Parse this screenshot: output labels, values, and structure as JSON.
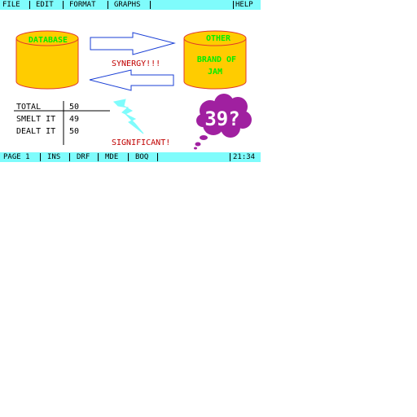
{
  "menu": {
    "file": "FILE",
    "edit": "EDIT",
    "format": "FORMAT",
    "graphs": "GRAPHS",
    "help": "HELP"
  },
  "diagram": {
    "left_db": "DATABASE",
    "right_db_line1": "OTHER",
    "right_db_line2": "BRAND OF",
    "right_db_line3": "JAM",
    "synergy": "SYNERGY!!!",
    "significant": "SIGNIFICANT!",
    "bubble": "39?"
  },
  "table": {
    "rows": [
      {
        "label": "TOTAL",
        "value": "50"
      },
      {
        "label": "SMELT IT",
        "value": "49"
      },
      {
        "label": "DEALT IT",
        "value": "50"
      }
    ]
  },
  "status": {
    "page": "PAGE 1",
    "ins": "INS",
    "drf": "DRF",
    "mde": "MDE",
    "boq": "BOQ",
    "time": "21:34"
  },
  "colors": {
    "bar": "#7ffcfc",
    "cylinder": "#ffcc00",
    "cylinder_outline": "#e03a2a",
    "db_text": "#00ee00",
    "arrow": "#1a3fd6",
    "red_text": "#c00000",
    "lightning": "#7ffcfc",
    "bubble": "#a020a0"
  },
  "icons": {
    "left_db": "database-cylinder-icon",
    "right_db": "database-cylinder-icon",
    "arrow_right": "arrow-right-icon",
    "arrow_left": "arrow-left-icon",
    "lightning": "lightning-bolt-icon",
    "bubble": "thought-bubble-icon"
  }
}
